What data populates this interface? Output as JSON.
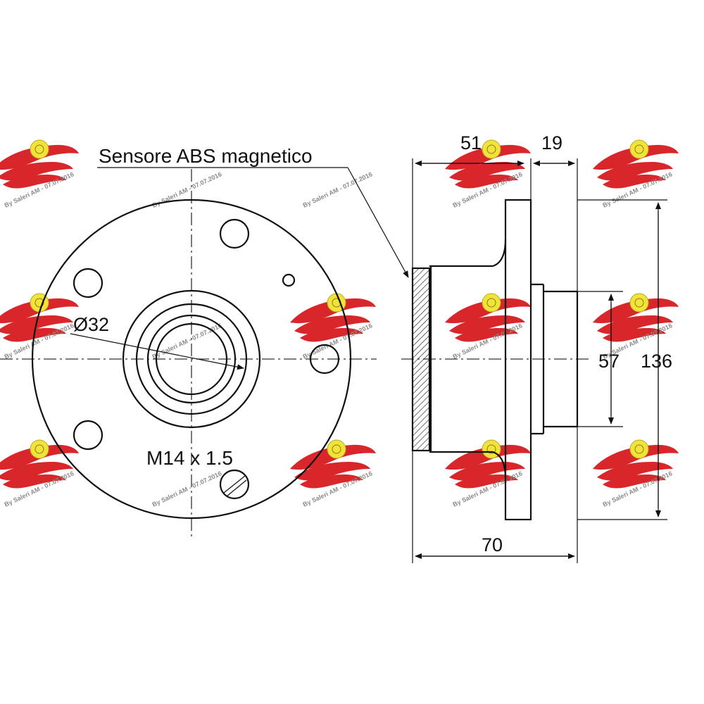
{
  "labels": {
    "abs_sensor": "Sensore ABS magnetico",
    "bore_diameter": "Ø32",
    "thread": "M14 x 1.5"
  },
  "dimensions": {
    "hub_length": "51",
    "flange_offset": "19",
    "total_length": "70",
    "pilot_diameter": "57",
    "flange_diameter": "136"
  },
  "watermark": {
    "text": "By Saleri AM - 07.07.2016",
    "logo_color": "#d9262b",
    "badge_color": "#f2e33a"
  },
  "colors": {
    "line": "#111111",
    "background": "#ffffff"
  }
}
